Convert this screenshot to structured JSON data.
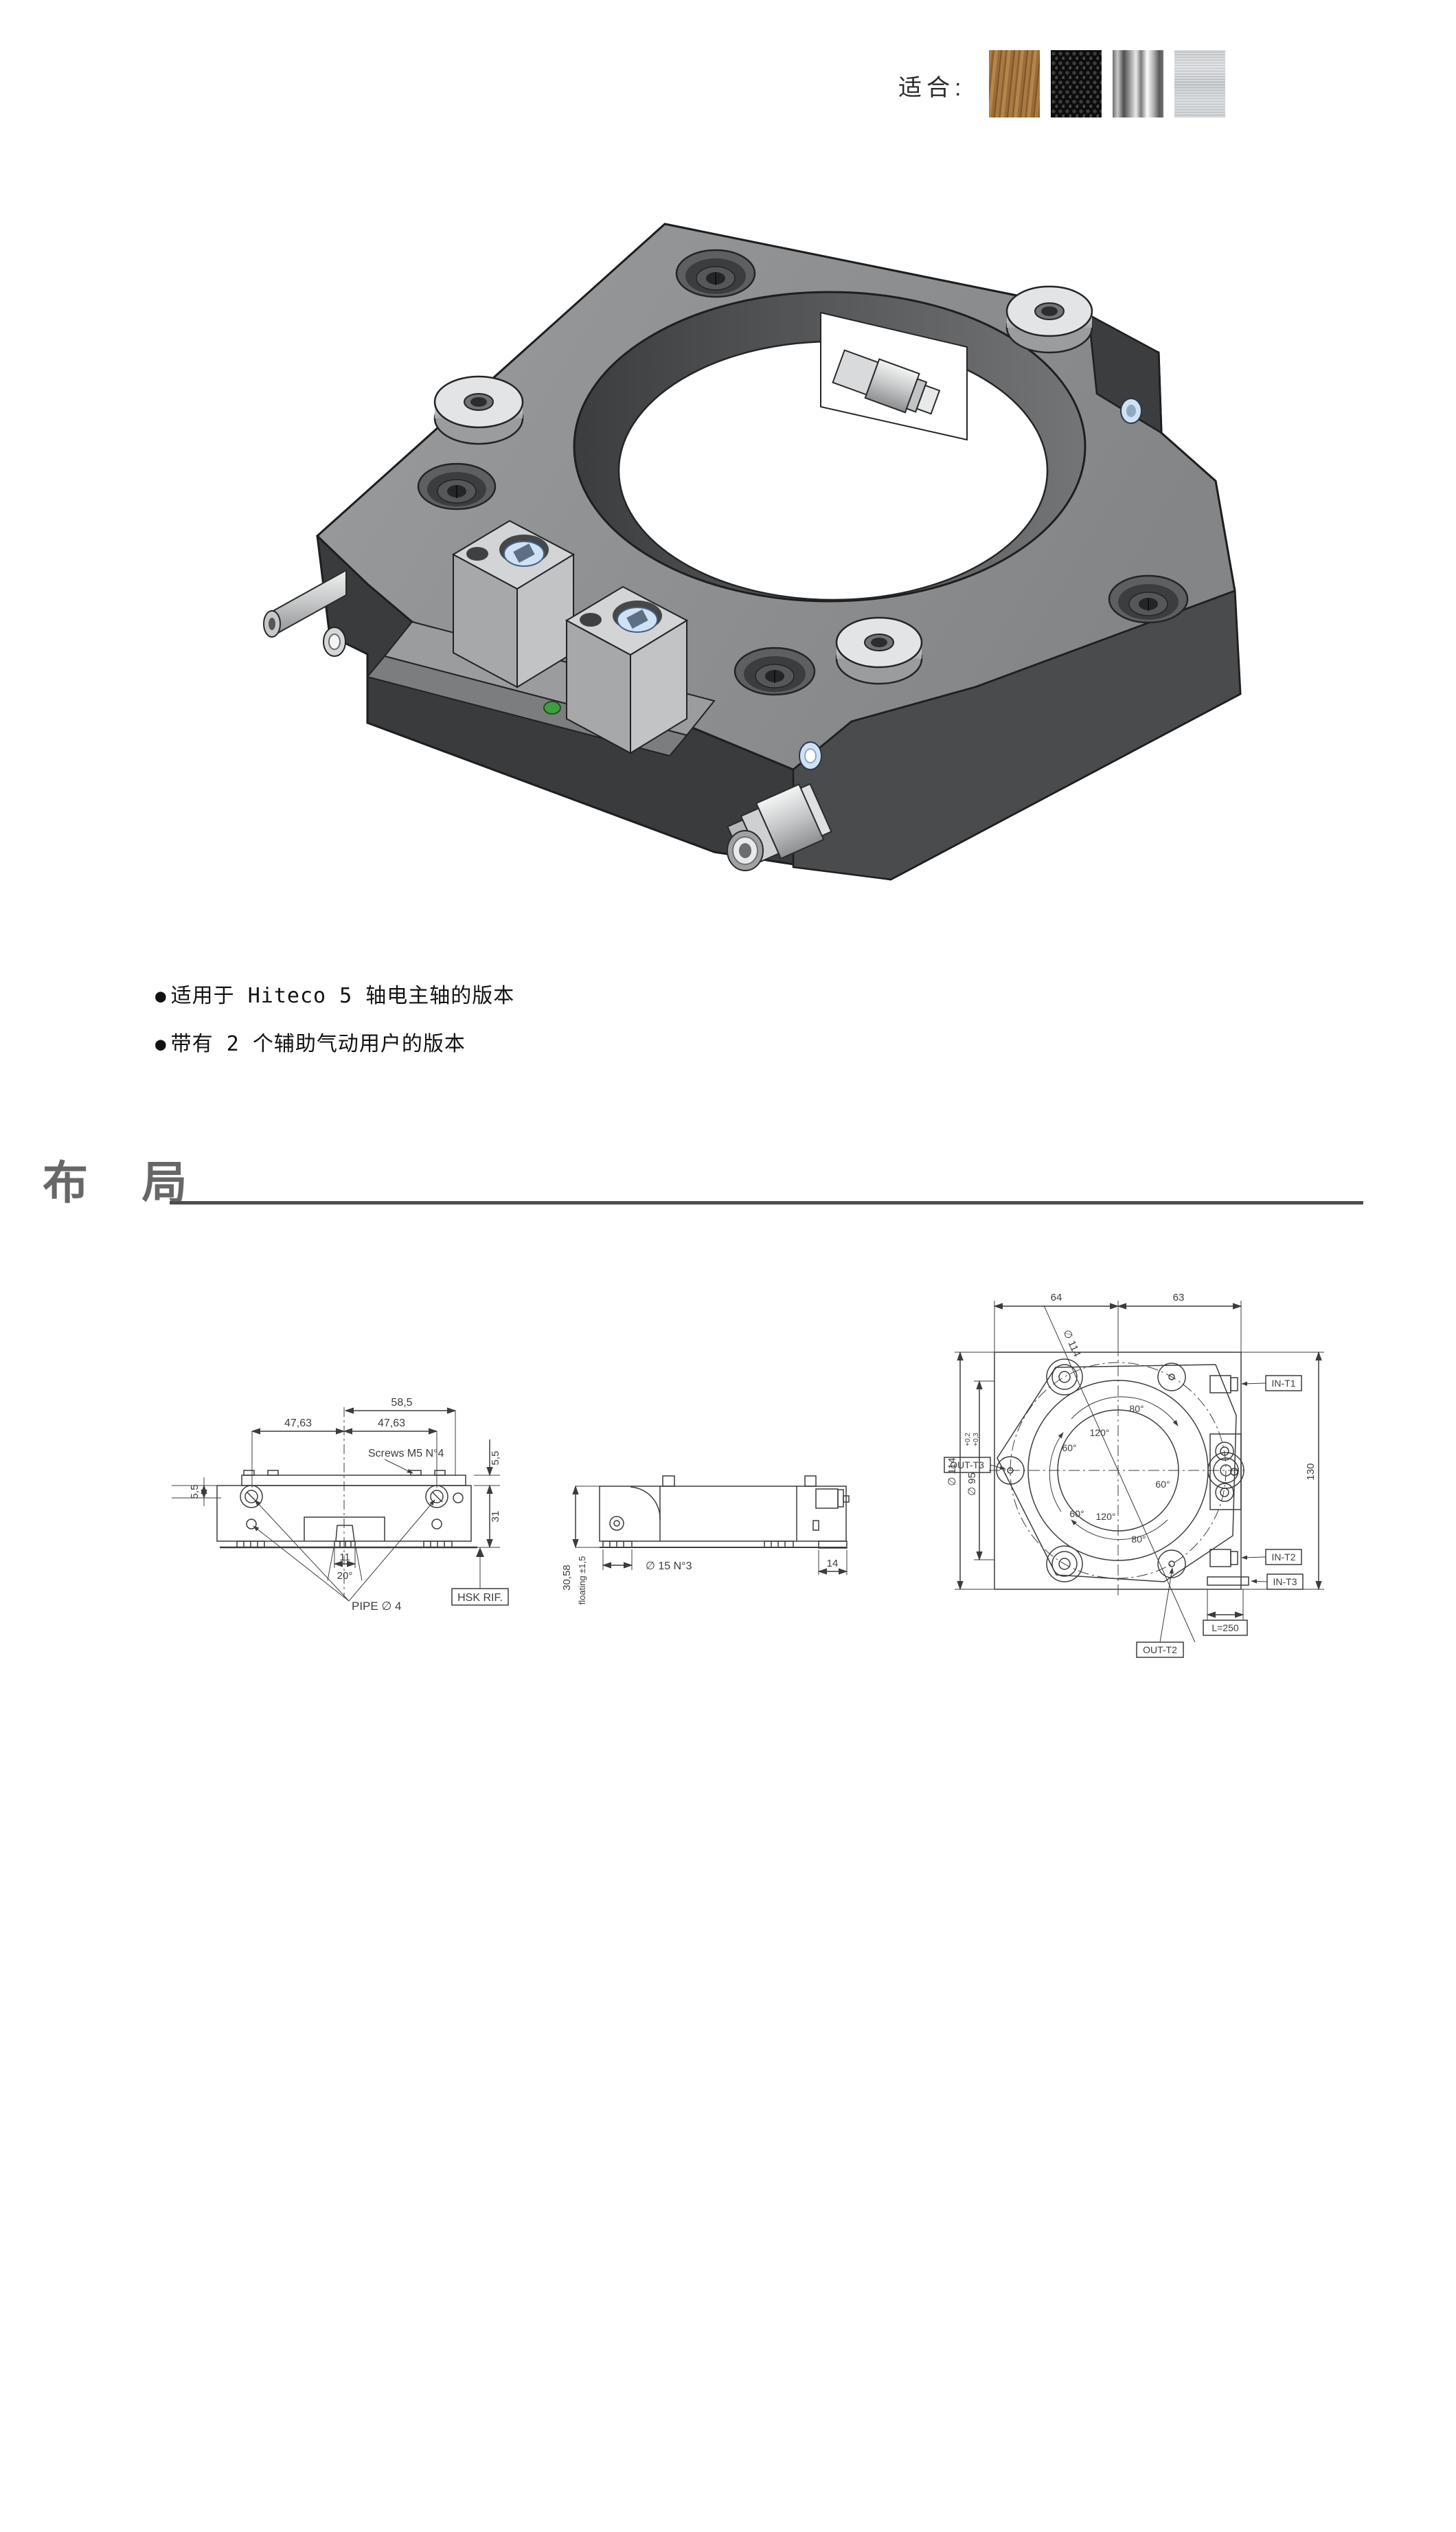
{
  "header": {
    "suitable_label": "适合:",
    "materials": [
      {
        "name": "wood-grain"
      },
      {
        "name": "carbon-fiber"
      },
      {
        "name": "polished-steel"
      },
      {
        "name": "brushed-aluminum"
      }
    ]
  },
  "features": {
    "bullet": "●",
    "items": [
      "适用于 Hiteco 5 轴电主轴的版本",
      "带有 2 个辅助气动用户的版本"
    ]
  },
  "section": {
    "title": "布 局"
  },
  "drawings": {
    "front": {
      "d585": "58,5",
      "d4763l": "47,63",
      "d4763r": "47,63",
      "screws": "Screws M5 N°4",
      "d55l": "5,5",
      "d55r": "5,5",
      "d31": "31",
      "d11": "11",
      "d20": "20°",
      "pipe": "PIPE ∅ 4",
      "hsk": "HSK RIF."
    },
    "side": {
      "d3058": "30,58",
      "floating": "floating ±1,5",
      "d15": "∅ 15 N°3",
      "d14": "14"
    },
    "top": {
      "d64": "64",
      "d63": "63",
      "d114diag": "∅ 114",
      "d114": "∅ 114",
      "d95": "∅ 95",
      "tol1": "+0,2",
      "tol2": "+0,3",
      "d130": "130",
      "int1": "IN-T1",
      "int2": "IN-T2",
      "int3": "IN-T3",
      "outt2": "OUT-T2",
      "outt3": "OUT-T3",
      "l250": "L=250",
      "angles": [
        "80°",
        "120°",
        "60°",
        "60°",
        "120°",
        "80°",
        "60°"
      ]
    }
  }
}
